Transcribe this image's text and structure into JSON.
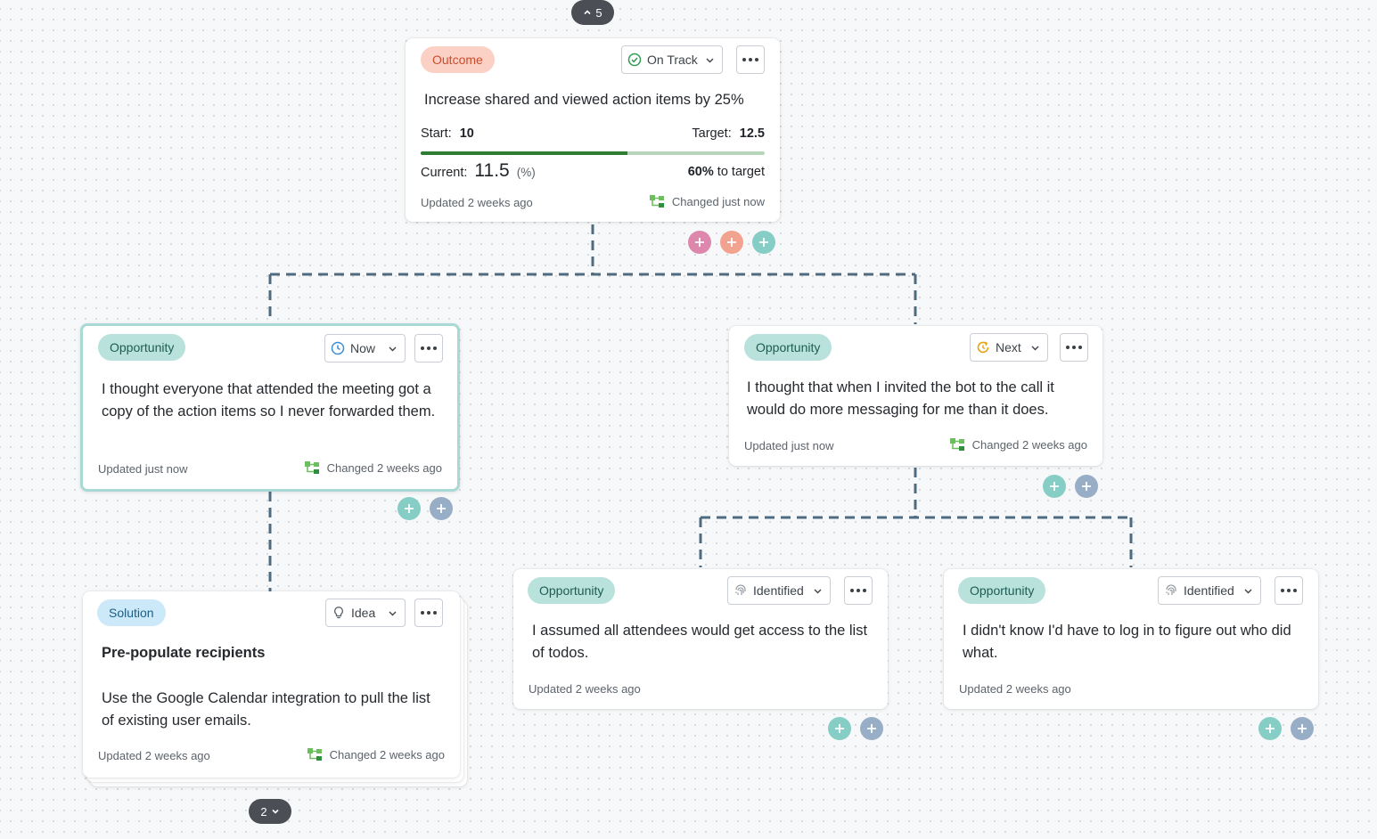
{
  "collapse_toggle": {
    "count": "5"
  },
  "expand_toggle": {
    "count": "2"
  },
  "outcome_card": {
    "tag": "Outcome",
    "status": "On Track",
    "title": "Increase shared and viewed action items by 25%",
    "start_label": "Start:",
    "start_value": "10",
    "target_label": "Target:",
    "target_value": "12.5",
    "progress_fraction": 0.6,
    "current_label": "Current:",
    "current_value": "11.5",
    "current_unit": "(%)",
    "percent_value": "60%",
    "percent_suffix": "to target",
    "updated": "Updated 2 weeks ago",
    "changed": "Changed just now"
  },
  "opportunity_now": {
    "tag": "Opportunity",
    "status": "Now",
    "text": "I thought everyone that attended the meeting got a copy of the action items so I never forwarded them.",
    "updated": "Updated just now",
    "changed": "Changed 2 weeks ago"
  },
  "opportunity_next": {
    "tag": "Opportunity",
    "status": "Next",
    "text": "I thought that when I invited the bot to the call it would do more messaging for me than it does.",
    "updated": "Updated just now",
    "changed": "Changed 2 weeks ago"
  },
  "solution_card": {
    "tag": "Solution",
    "status": "Idea",
    "title": "Pre-populate recipients",
    "text": "Use the Google Calendar integration to pull the list of existing user emails.",
    "updated": "Updated 2 weeks ago",
    "changed": "Changed 2 weeks ago"
  },
  "opportunity_todos": {
    "tag": "Opportunity",
    "status": "Identified",
    "text": "I assumed all attendees would get access to the list of todos.",
    "updated": "Updated 2 weeks ago"
  },
  "opportunity_login": {
    "tag": "Opportunity",
    "status": "Identified",
    "text": "I didn't know I'd have to log in to figure out who did what.",
    "updated": "Updated 2 weeks ago"
  },
  "colors": {
    "outcome": "#fbd1c6",
    "opportunity": "#b9e2dc",
    "solution": "#cbe9f8",
    "progress": "#2e7d32",
    "connector": "#4f6b80"
  }
}
